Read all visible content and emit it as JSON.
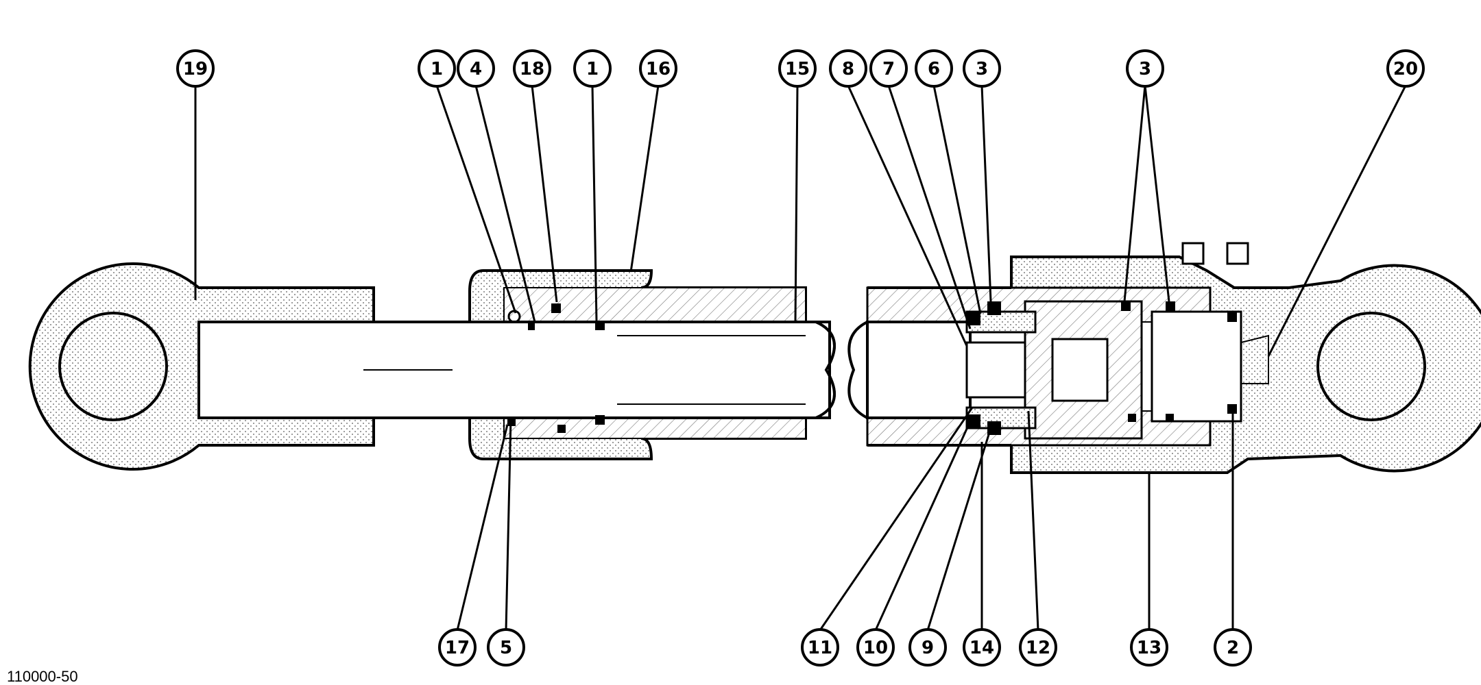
{
  "figure_code": "110000-50",
  "callouts": {
    "c19": "19",
    "c1a": "1",
    "c4": "4",
    "c18": "18",
    "c1b": "1",
    "c16": "16",
    "c15": "15",
    "c8": "8",
    "c7": "7",
    "c6": "6",
    "c3a": "3",
    "c3b": "3",
    "c20": "20",
    "c17": "17",
    "c5": "5",
    "c11": "11",
    "c10": "10",
    "c9": "9",
    "c14": "14",
    "c12": "12",
    "c13": "13",
    "c2": "2"
  }
}
